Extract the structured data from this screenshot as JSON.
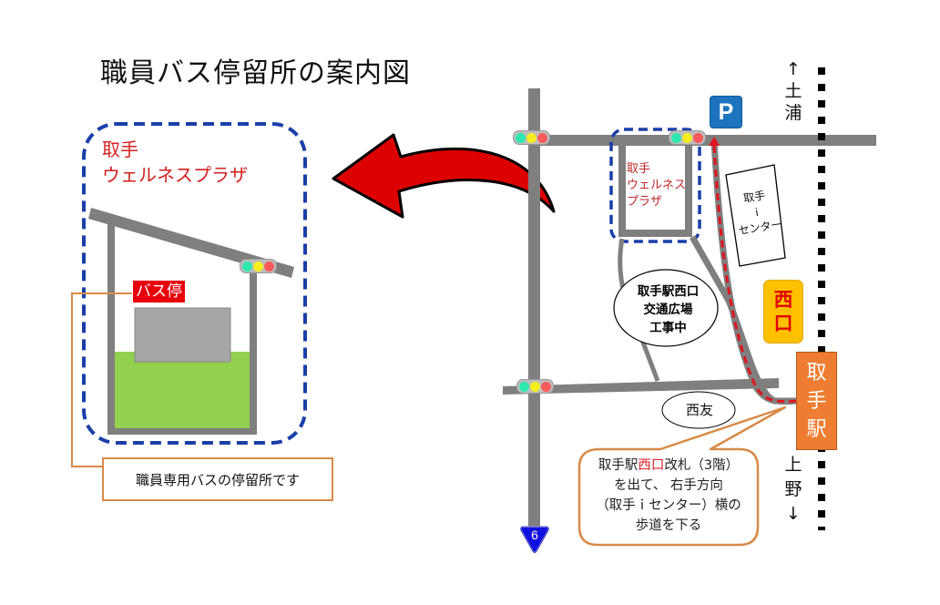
{
  "title": "職員バス停留所の案内図",
  "left_panel": {
    "facility_name_line1": "取手",
    "facility_name_line2": "ウェルネスプラザ",
    "bus_stop_label": "バス停",
    "note": "職員専用バスの停留所です"
  },
  "map": {
    "parking_sign": "P",
    "wellness_plaza_line1": "取手",
    "wellness_plaza_line2": "ウェルネス",
    "wellness_plaza_line3": "プラザ",
    "i_center_line1": "取手",
    "i_center_line2": "i",
    "i_center_line3": "センター",
    "construction_line1": "取手駅西口",
    "construction_line2": "交通広場",
    "construction_line3": "工事中",
    "saiyu": "西友",
    "west_exit_line1": "西",
    "west_exit_line2": "口",
    "station_line1": "取",
    "station_line2": "手",
    "station_line3": "駅",
    "north_arrow": "↑",
    "north_line1": "土",
    "north_line2": "浦",
    "south_line1": "上",
    "south_line2": "野",
    "south_arrow": "↓",
    "route_number": "6",
    "callout": {
      "line1_pre": "取手駅",
      "line1_red": "西口",
      "line1_post": "改札（3階）",
      "line2": "を出て、 右手方向",
      "line3": "（取手ｉセンター）横の",
      "line4": "歩道を下る"
    }
  },
  "colors": {
    "road": "#808080",
    "dashed_blue": "#1a3fa8",
    "route_red": "#e0141e",
    "orange": "#ee7d31",
    "green_area": "#92d050",
    "bus_gray": "#a6a6a6",
    "arrow_red": "#dd0000"
  }
}
